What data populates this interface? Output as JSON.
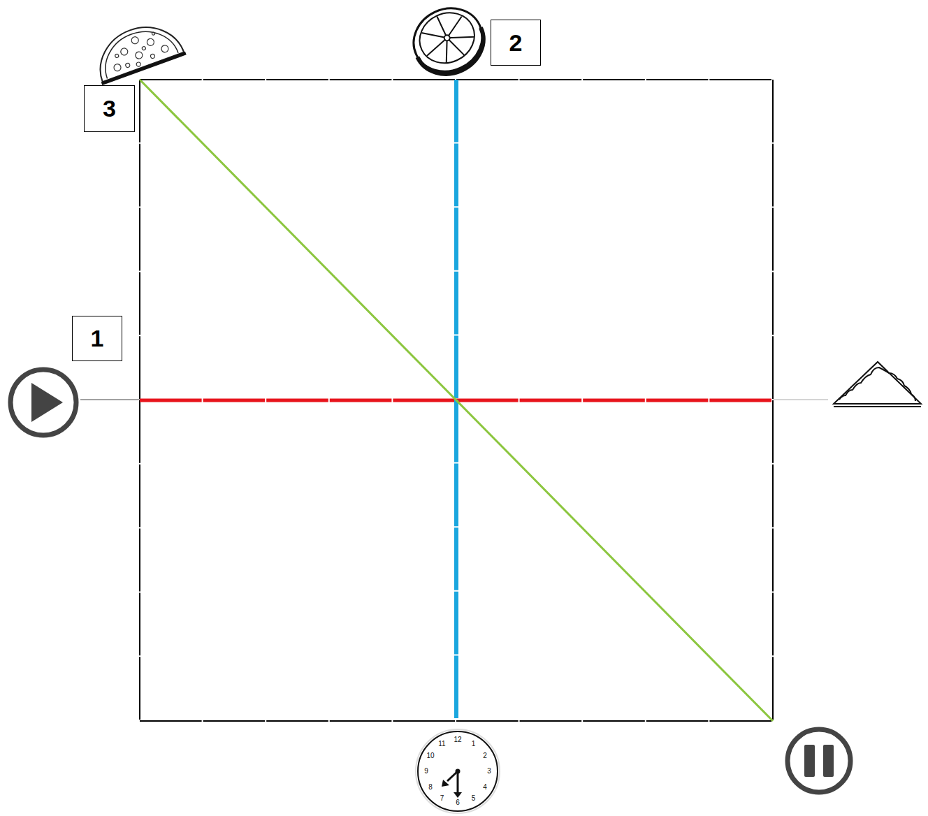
{
  "diagram": {
    "nodes": [
      {
        "text": [
          "2"
        ]
      },
      {
        "text": [
          "3"
        ]
      },
      {
        "text": [
          "1"
        ]
      }
    ],
    "labels": [
      "12",
      "1",
      "2",
      "3",
      "4",
      "5",
      "6",
      "7",
      "8",
      "9",
      "10",
      "11"
    ]
  }
}
